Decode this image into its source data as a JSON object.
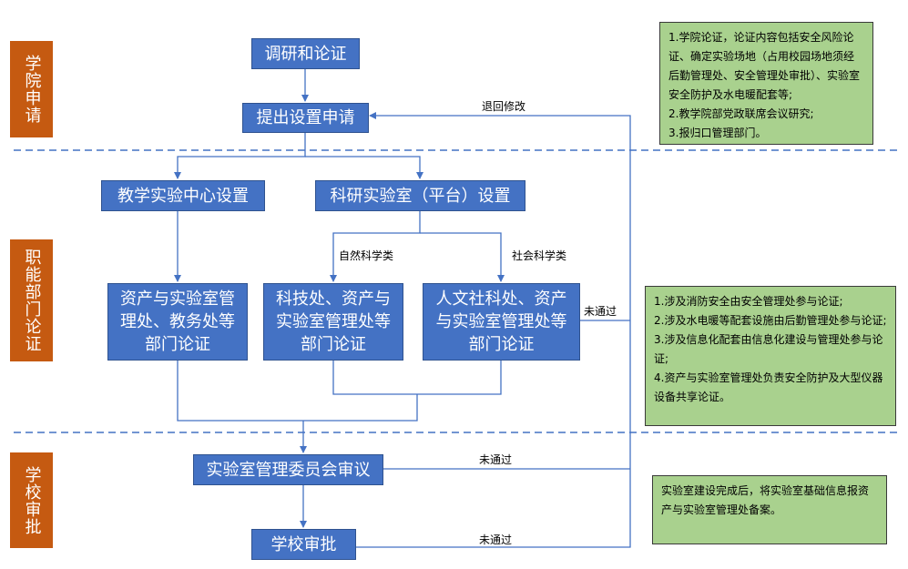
{
  "lanes": [
    "学院申请",
    "职能部门论证",
    "学校审批"
  ],
  "boxes": {
    "research": "调研和论证",
    "apply": "提出设置申请",
    "teaching_center": "教学实验中心设置",
    "research_lab": "科研实验室（平台）设置",
    "dept_assets": "资产与实验室管\n理处、教务处等\n部门论证",
    "dept_science": "科技处、资产与\n实验室管理处等\n部门论证",
    "dept_humanities": "人文社科处、资产\n与实验室管理处等\n部门论证",
    "committee": "实验室管理委员会审议",
    "school_approve": "学校审批"
  },
  "labels": {
    "return": "退回修改",
    "natural": "自然科学类",
    "social": "社会科学类",
    "fail_1": "未通过",
    "fail_2": "未通过",
    "fail_3": "未通过"
  },
  "notes": {
    "college": "1.学院论证，论证内容包括安全风险论证、确定实验场地（占用校园场地须经后勤管理处、安全管理处审批）、实验室安全防护及水电暖配套等;\n2.教学院部党政联席会议研究;\n3.报归口管理部门。",
    "departments": "1.涉及消防安全由安全管理处参与论证;\n2.涉及水电暖等配套设施由后勤管理处参与论证;\n3.涉及信息化配套由信息化建设与管理处参与论证;\n4.资产与实验室管理处负责安全防护及大型仪器设备共享论证。",
    "school": "实验室建设完成后，将实验室基础信息报资产与实验室管理处备案。"
  },
  "colors": {
    "box_fill": "#4472c4",
    "lane_fill": "#c55a11",
    "note_fill": "#a9d18e",
    "line": "#4472c4",
    "divider": "#4472c4"
  }
}
